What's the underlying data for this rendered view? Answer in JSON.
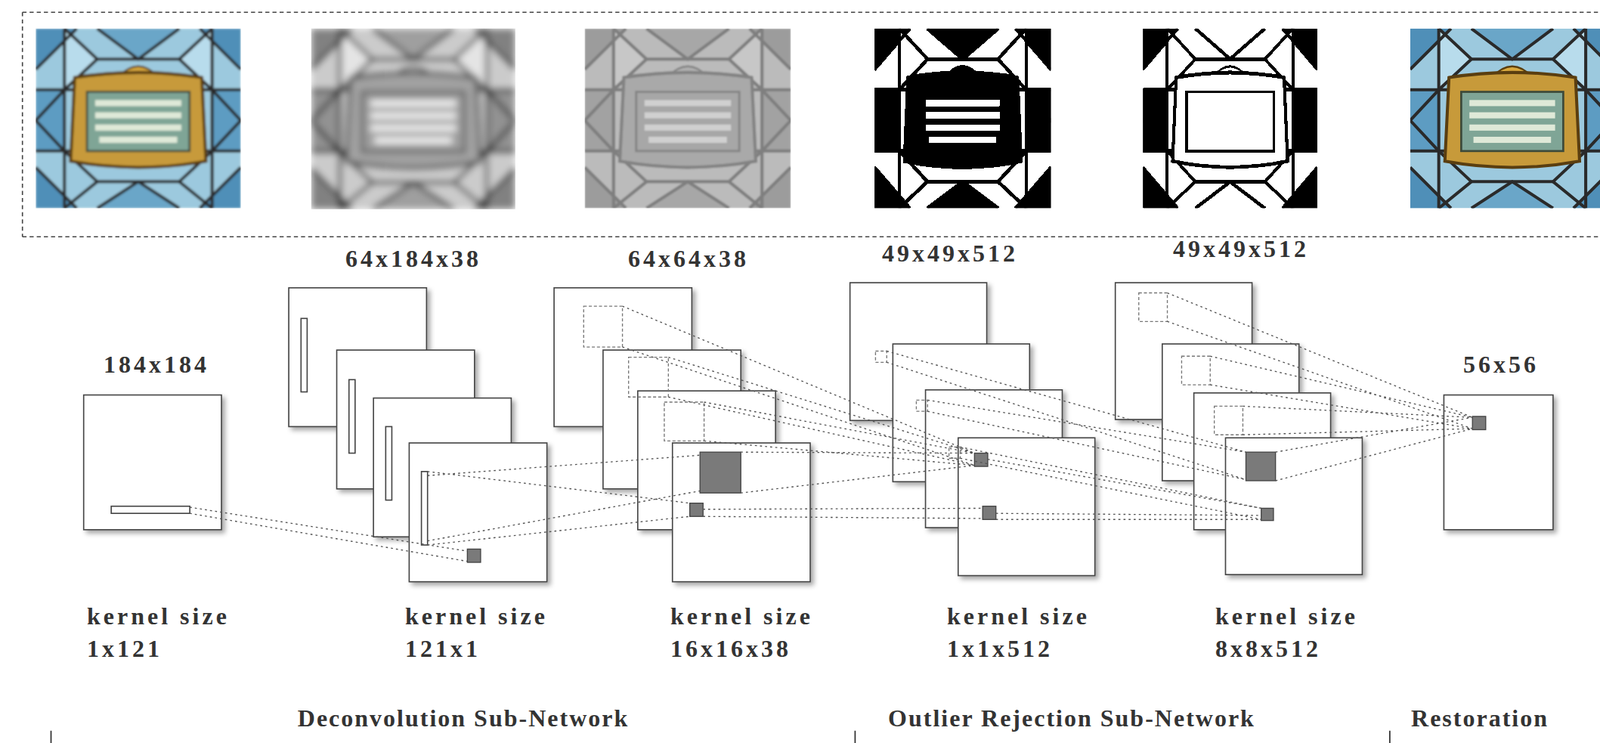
{
  "diagram": {
    "labels": [
      "64x184x38",
      "64x64x38",
      "49x49x512",
      "49x49x512",
      "184x184",
      "56x56",
      "kernel size 1x121",
      "kernel size 121x1",
      "kernel size 16x16x38",
      "kernel size 1x1x512",
      "kernel size 8x8x512",
      "Deconvolution Sub-Network",
      "Outlier Rejection Sub-Network",
      "Restoration"
    ]
  }
}
